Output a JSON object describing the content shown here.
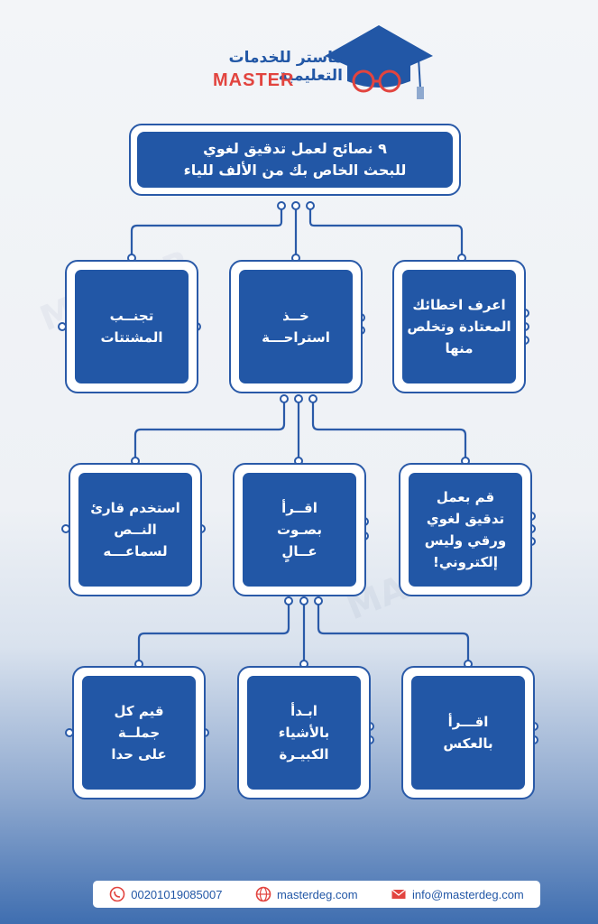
{
  "brand": {
    "arabic_name": "ماستر للخدمات التعليمية",
    "latin_name": "MASTER"
  },
  "title": {
    "line1": "٩ نصائح لعمل تدقيق لغوي",
    "line2": "للبحث الخاص بك من الألف للياء"
  },
  "tips": [
    [
      "اعرف اخطائك",
      "المعتادة وتخلص",
      "منها"
    ],
    [
      "خــذ",
      "استراحـــة"
    ],
    [
      "تجنــب",
      "المشتتات"
    ],
    [
      "قم بعمل",
      "تدقيق لغوي",
      "ورقي وليس",
      "إلكتروني!"
    ],
    [
      "اقــرأ",
      "بصـوت",
      "عــالٍ"
    ],
    [
      "استخدم قارئ",
      "النــص",
      "لسماعـــه"
    ],
    [
      "اقـــرأ",
      "بالعكس"
    ],
    [
      "ابـدأ",
      "بالأشياء",
      "الكبيـرة"
    ],
    [
      "قيم كل",
      "جملــة",
      "على حدا"
    ]
  ],
  "footer": {
    "phone": "00201019085007",
    "website": "masterdeg.com",
    "email": "info@masterdeg.com"
  },
  "colors": {
    "primary": "#2257a6",
    "accent": "#e2443f",
    "line": "#2a5aa8"
  }
}
